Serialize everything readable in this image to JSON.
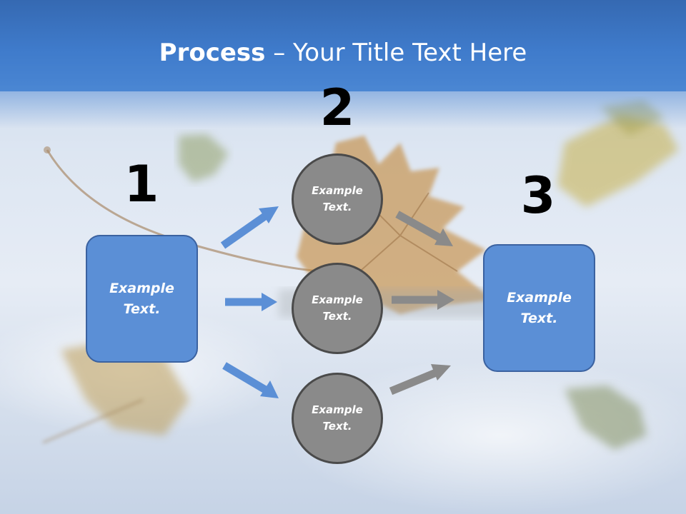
{
  "title": {
    "bold": "Process",
    "separator": " – ",
    "rest": "Your Title Text Here"
  },
  "steps": [
    {
      "number": "1",
      "text": "Example\nText."
    },
    {
      "number": "2",
      "items": [
        "Example\nText.",
        "Example\nText.",
        "Example\nText."
      ]
    },
    {
      "number": "3",
      "text": "Example\nText."
    }
  ],
  "colors": {
    "title_bar": "#3f7bcb",
    "box_fill": "#5b8fd6",
    "box_border": "#3b62a0",
    "circle_fill": "#8a8a8a",
    "circle_border": "#4a4a4a",
    "arrow_blue": "#5b8fd6",
    "arrow_gray": "#8a8a8a"
  }
}
